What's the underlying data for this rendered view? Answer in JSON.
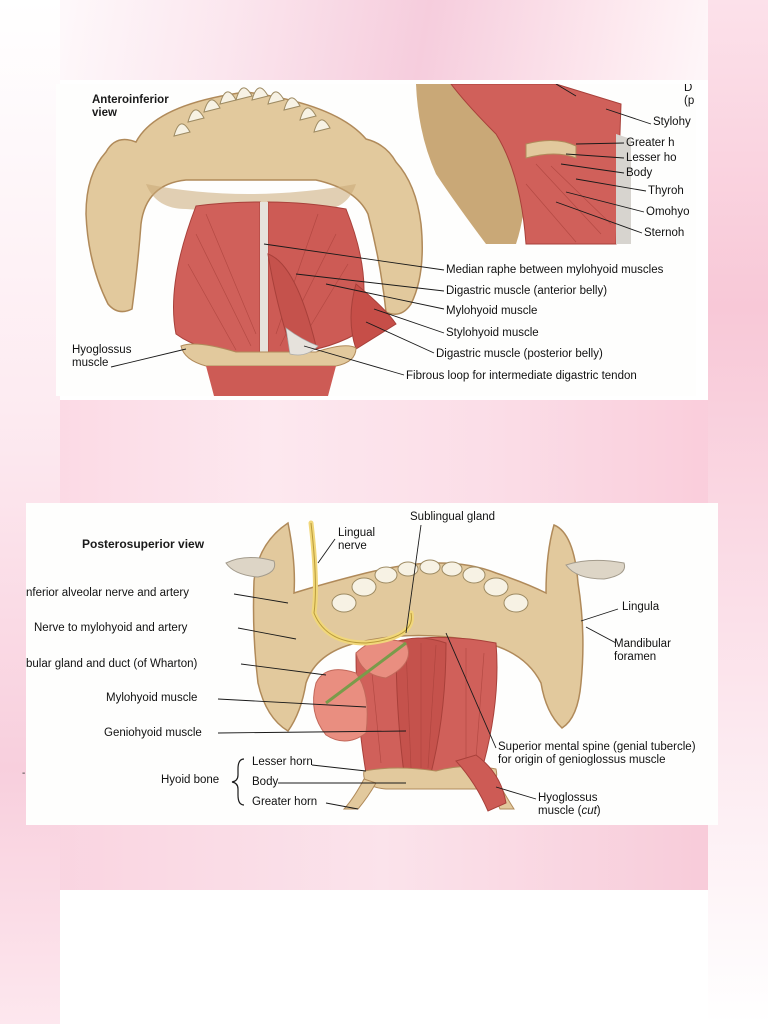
{
  "top_panel": {
    "view_title_line1": "Anteroinferior",
    "view_title_line2": "view",
    "labels": {
      "median_raphe": "Median raphe between mylohyoid muscles",
      "digastric_anterior": "Digastric muscle (anterior belly)",
      "mylohyoid": "Mylohyoid muscle",
      "stylohyoid": "Stylohyoid muscle",
      "digastric_posterior": "Digastric muscle (posterior belly)",
      "fibrous_loop": "Fibrous loop for intermediate digastric tendon",
      "hyoglossus_line1": "Hyoglossus",
      "hyoglossus_line2": "muscle"
    },
    "cropped_labels": {
      "d_line1": "D",
      "d_line2": "(p",
      "stylohy": "Stylohy",
      "greater_h": "Greater h",
      "lesser_ho": "Lesser ho",
      "body": "Body",
      "thyroh": "Thyroh",
      "omohyo": "Omohyo",
      "sternoh": "Sternoh"
    }
  },
  "bottom_panel": {
    "view_title": "Posterosuperior view",
    "labels": {
      "lingual_nerve_line1": "Lingual",
      "lingual_nerve_line2": "nerve",
      "sublingual_gland": "Sublingual gland",
      "inferior_alveolar": "nferior alveolar nerve and artery",
      "nerve_to_mylohyoid": "Nerve to mylohyoid and artery",
      "submandibular_gland": "bular gland and duct (of Wharton)",
      "mylohyoid": "Mylohyoid muscle",
      "geniohyoid": "Geniohyoid muscle",
      "hyoid_bone": "Hyoid bone",
      "lesser_horn": "Lesser horn",
      "body": "Body",
      "greater_horn": "Greater horn",
      "lingula": "Lingula",
      "mandibular_foramen_line1": "Mandibular",
      "mandibular_foramen_line2": "foramen",
      "superior_mental_spine_line1": "Superior mental spine (genial tubercle)",
      "superior_mental_spine_line2": "for origin of genioglossus muscle",
      "hyoglossus_line1": "Hyoglossus",
      "hyoglossus_line2_prefix": "muscle (",
      "hyoglossus_line2_italic": "cut",
      "hyoglossus_line2_suffix": ")"
    }
  },
  "stray_mark": "-",
  "colors": {
    "bone": "#e2c99d",
    "bone_shadow": "#c9a877",
    "muscle": "#d0605a",
    "muscle_dark": "#b24640",
    "tendon": "#e6e2dc",
    "nerve": "#f1d77a",
    "gland": "#e98e80",
    "tooth": "#f7f2e4",
    "leader": "#1a1a1a"
  }
}
